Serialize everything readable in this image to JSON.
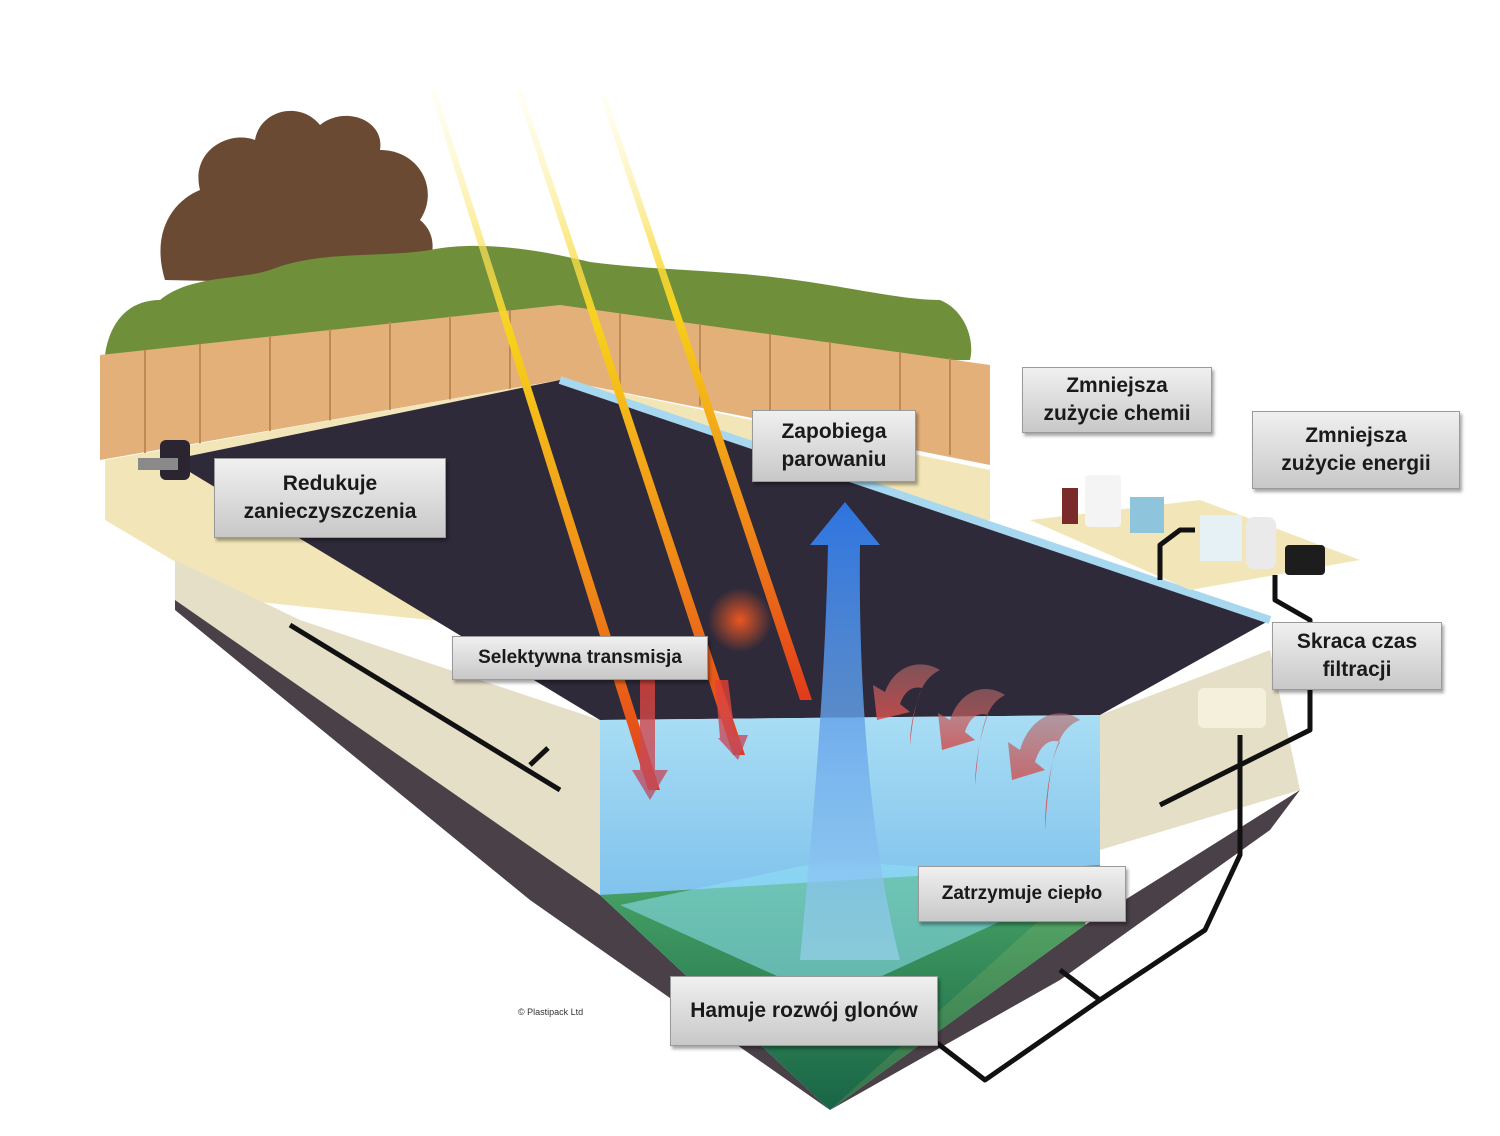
{
  "labels": {
    "reduce_dirt": "Redukuje\nzanieczyszczenia",
    "prevent_evaporation": "Zapobiega\nparowaniu",
    "less_chemicals": "Zmniejsza\nzużycie chemii",
    "less_energy": "Zmniejsza\nzużycie energii",
    "selective_transmission": "Selektywna transmisja",
    "shorter_filtration": "Skraca czas\nfiltracji",
    "retains_heat": "Zatrzymuje ciepło",
    "inhibits_algae": "Hamuje rozwój glonów"
  },
  "copyright": "© Plastipack Ltd",
  "colors": {
    "hedge": "#6f8f3a",
    "tree": "#6b4a33",
    "fence": "#e3b07a",
    "paving": "#f2e6b8",
    "cover": "#2f2a3a",
    "water": "#7cc8ee",
    "water_deep": "#3f8fd8",
    "wall": "#e6dfc8",
    "ground": "#4a4048",
    "algae_green": "#1f7a3a",
    "sun_ray_start": "#fff4a0",
    "sun_ray_end": "#e83a1c",
    "evaporation_arrow": "#2f7ee8",
    "heat_arrow": "#c23a3a",
    "pipe": "#111111"
  }
}
